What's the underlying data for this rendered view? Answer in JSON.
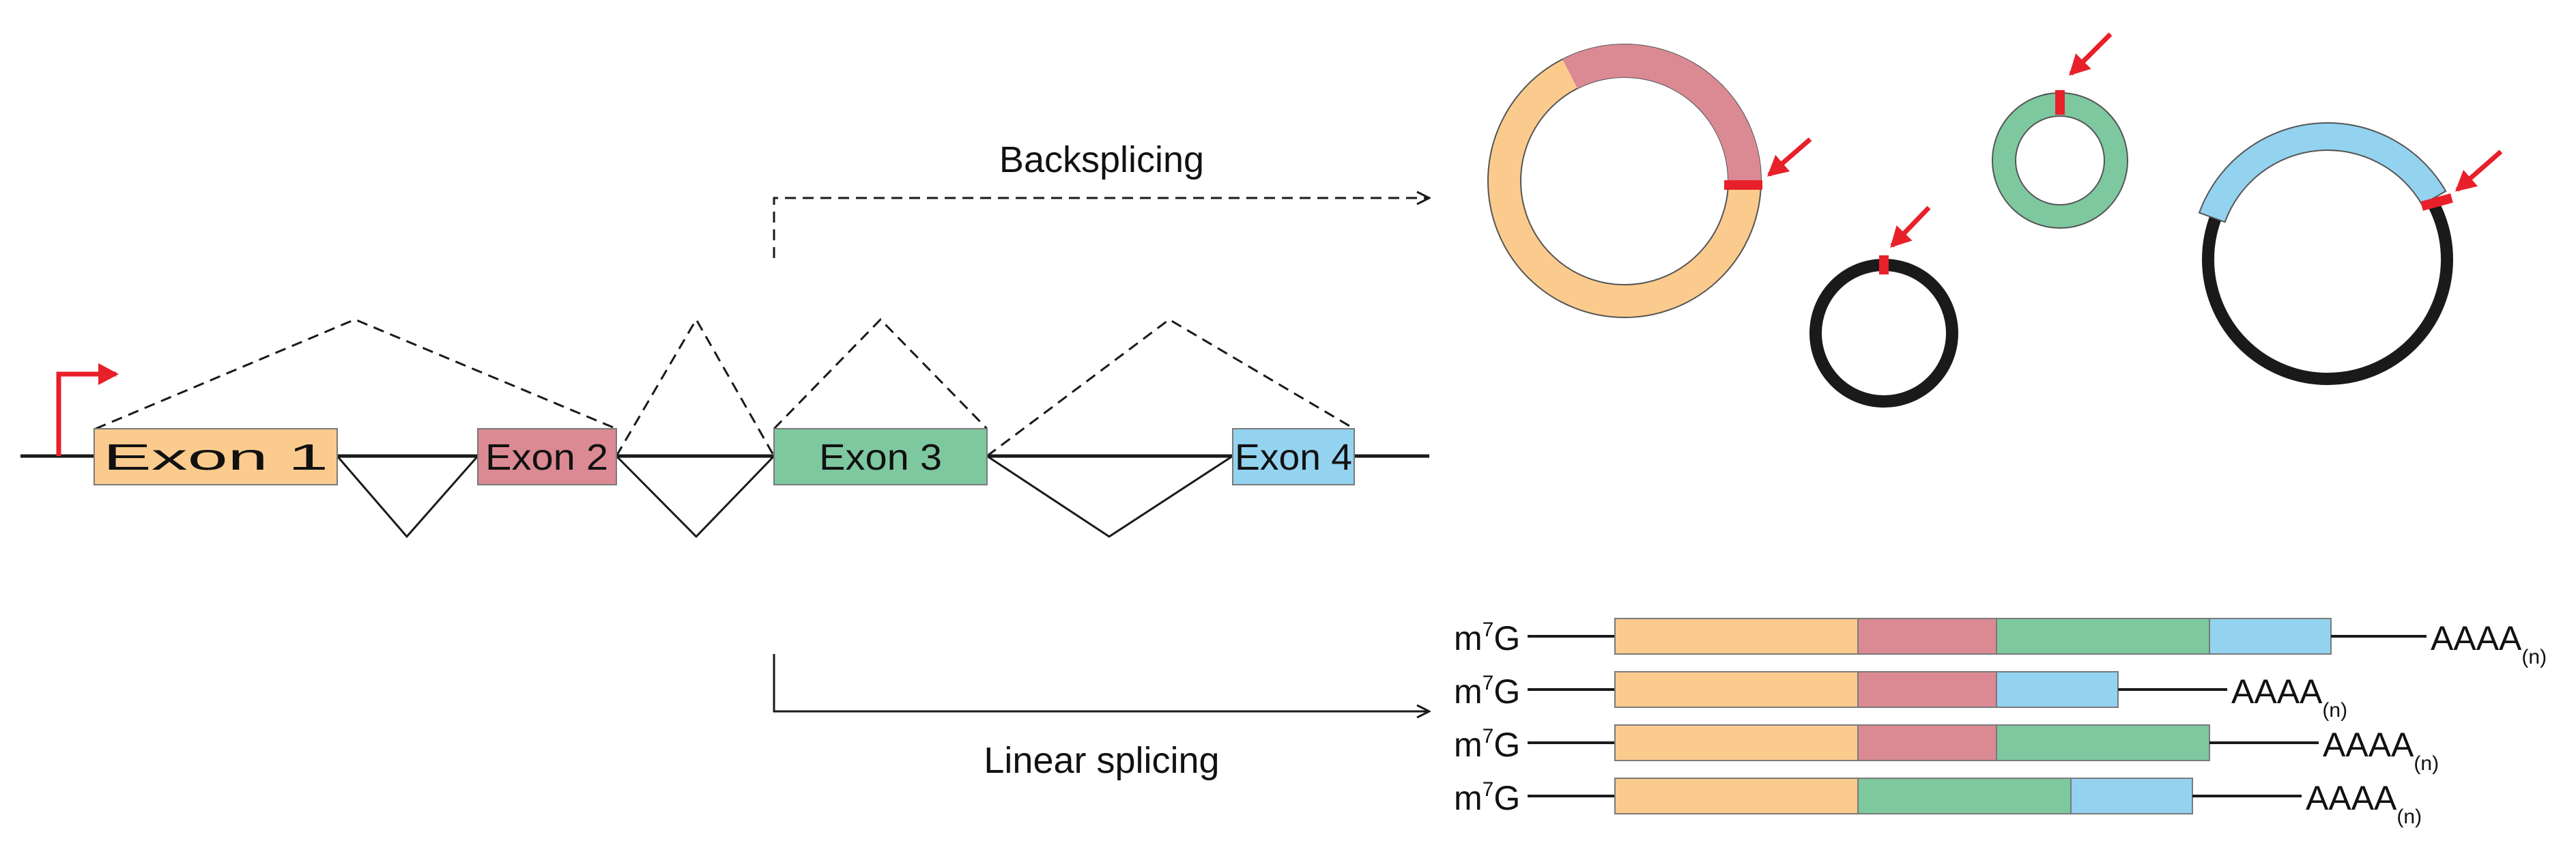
{
  "colors": {
    "exon1": "#fbcb8e",
    "exon2": "#db8a94",
    "exon3": "#7ec8a0",
    "exon4": "#93d3ef",
    "intron": "#1a1a1a",
    "junction": "#e8202a",
    "tss_arrow": "#e8202a"
  },
  "gene": {
    "exons": [
      {
        "label": "Exon 1",
        "color_key": "exon1"
      },
      {
        "label": "Exon 2",
        "color_key": "exon2"
      },
      {
        "label": "Exon 3",
        "color_key": "exon3"
      },
      {
        "label": "Exon 4",
        "color_key": "exon4"
      }
    ]
  },
  "paths": {
    "backsplicing_label": "Backsplicing",
    "linear_label": "Linear splicing"
  },
  "circular_rnas": [
    {
      "name": "exon1-exon2-circle",
      "segments": [
        "exon1",
        "exon2"
      ],
      "contains_intron": false
    },
    {
      "name": "intron-circle",
      "segments": [
        "intron"
      ],
      "contains_intron": true
    },
    {
      "name": "exon3-circle",
      "segments": [
        "exon3"
      ],
      "contains_intron": false
    },
    {
      "name": "exon4-intron-circle",
      "segments": [
        "exon4",
        "intron"
      ],
      "contains_intron": true
    }
  ],
  "linear_rnas": {
    "cap_label": "m",
    "cap_superscript": "7",
    "cap_suffix": "G",
    "tail_label": "AAAA",
    "tail_subscript": "(n)",
    "isoforms": [
      {
        "exons": [
          "exon1",
          "exon2",
          "exon3",
          "exon4"
        ]
      },
      {
        "exons": [
          "exon1",
          "exon2",
          "exon4"
        ]
      },
      {
        "exons": [
          "exon1",
          "exon2",
          "exon3"
        ]
      },
      {
        "exons": [
          "exon1",
          "exon3",
          "exon4"
        ]
      }
    ]
  }
}
